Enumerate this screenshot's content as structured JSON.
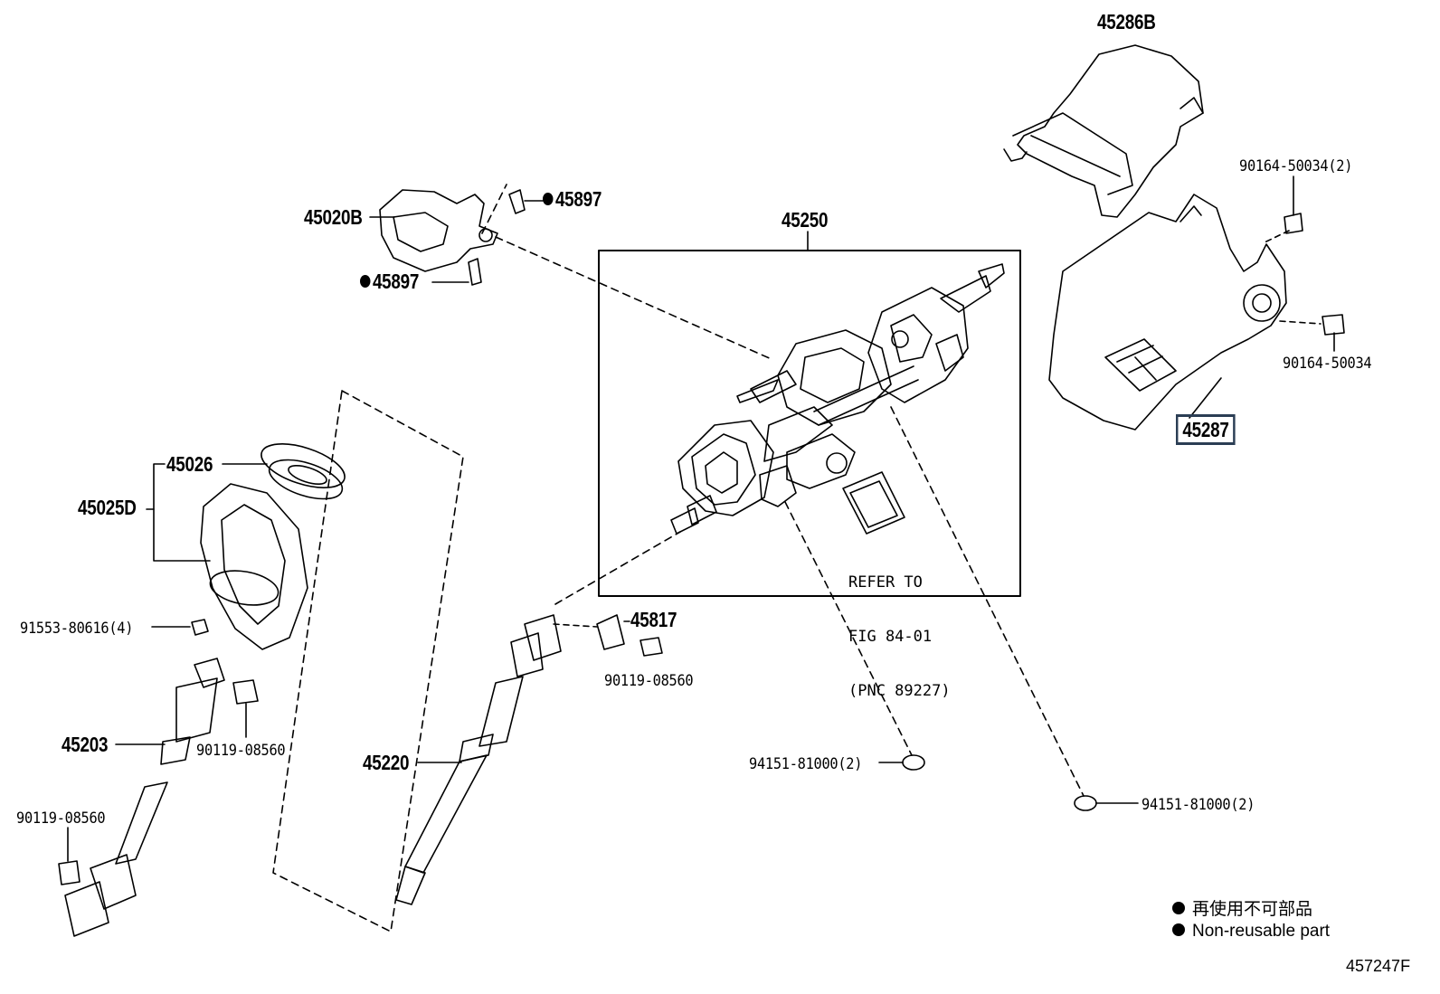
{
  "labels": {
    "p45286b": "45286B",
    "p90164_50034_2": "90164-50034(2)",
    "p90164_50034": "90164-50034",
    "p45287": "45287",
    "p45020b": "45020B",
    "p45897_top": "45897",
    "p45897_bottom": "45897",
    "p45250": "45250",
    "p45026": "45026",
    "p45025d": "45025D",
    "p91553": "91553-80616(4)",
    "p45203": "45203",
    "p90119_a": "90119-08560",
    "p90119_b": "90119-08560",
    "p90119_c": "90119-08560",
    "p45220": "45220",
    "p45817": "45817",
    "p94151_a": "94151-81000(2)",
    "p94151_b": "94151-81000(2)"
  },
  "refer_note": {
    "line1": "REFER TO",
    "line2": "FIG 84-01",
    "line3": "(PNC 89227)"
  },
  "legend": {
    "line1": "再使用不可部品",
    "line2": "Non-reusable part"
  },
  "figure_id": "457247F"
}
